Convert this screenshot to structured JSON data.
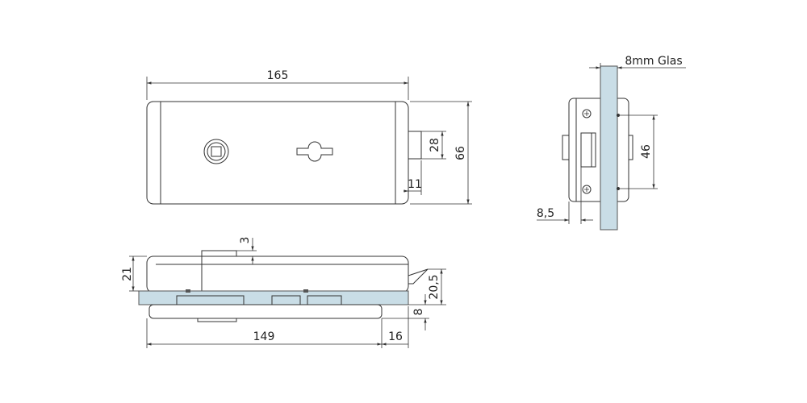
{
  "title": "Glass door lock technical drawing",
  "front_view": {
    "width": "165",
    "height": "66",
    "latch_height": "28",
    "latch_depth": "11"
  },
  "side_view": {
    "bolt_offset": "3",
    "body_height": "21",
    "counter_height": "20,5",
    "glass_thickness": "8",
    "inner_length": "149",
    "overhang": "16"
  },
  "end_view": {
    "glass_label": "8mm Glas",
    "screw_spacing": "46",
    "offset": "8,5"
  },
  "colors": {
    "glass": "#c9dde6",
    "line": "#333333"
  }
}
